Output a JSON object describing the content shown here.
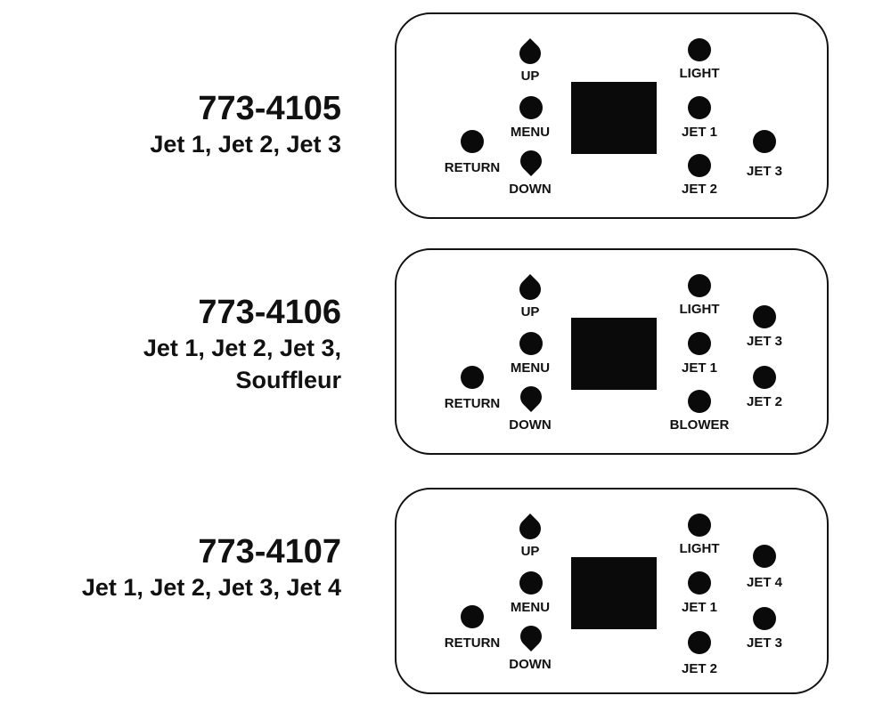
{
  "panels": [
    {
      "model": "773-4105",
      "description_lines": [
        "Jet 1, Jet 2, Jet 3"
      ],
      "labels": {
        "up": "UP",
        "menu": "MENU",
        "down": "DOWN",
        "return": "RETURN",
        "light": "LIGHT",
        "jet1": "JET 1",
        "jet2": "JET 2",
        "jet3": "JET 3"
      }
    },
    {
      "model": "773-4106",
      "description_lines": [
        "Jet 1, Jet 2, Jet 3,",
        "Souffleur"
      ],
      "labels": {
        "up": "UP",
        "menu": "MENU",
        "down": "DOWN",
        "return": "RETURN",
        "light": "LIGHT",
        "jet1": "JET 1",
        "blower": "BLOWER",
        "jet3": "JET 3",
        "jet2": "JET 2"
      }
    },
    {
      "model": "773-4107",
      "description_lines": [
        "Jet 1, Jet 2, Jet 3, Jet 4"
      ],
      "labels": {
        "up": "UP",
        "menu": "MENU",
        "down": "DOWN",
        "return": "RETURN",
        "light": "LIGHT",
        "jet1": "JET 1",
        "jet2": "JET 2",
        "jet4": "JET 4",
        "jet3": "JET 3"
      }
    }
  ]
}
